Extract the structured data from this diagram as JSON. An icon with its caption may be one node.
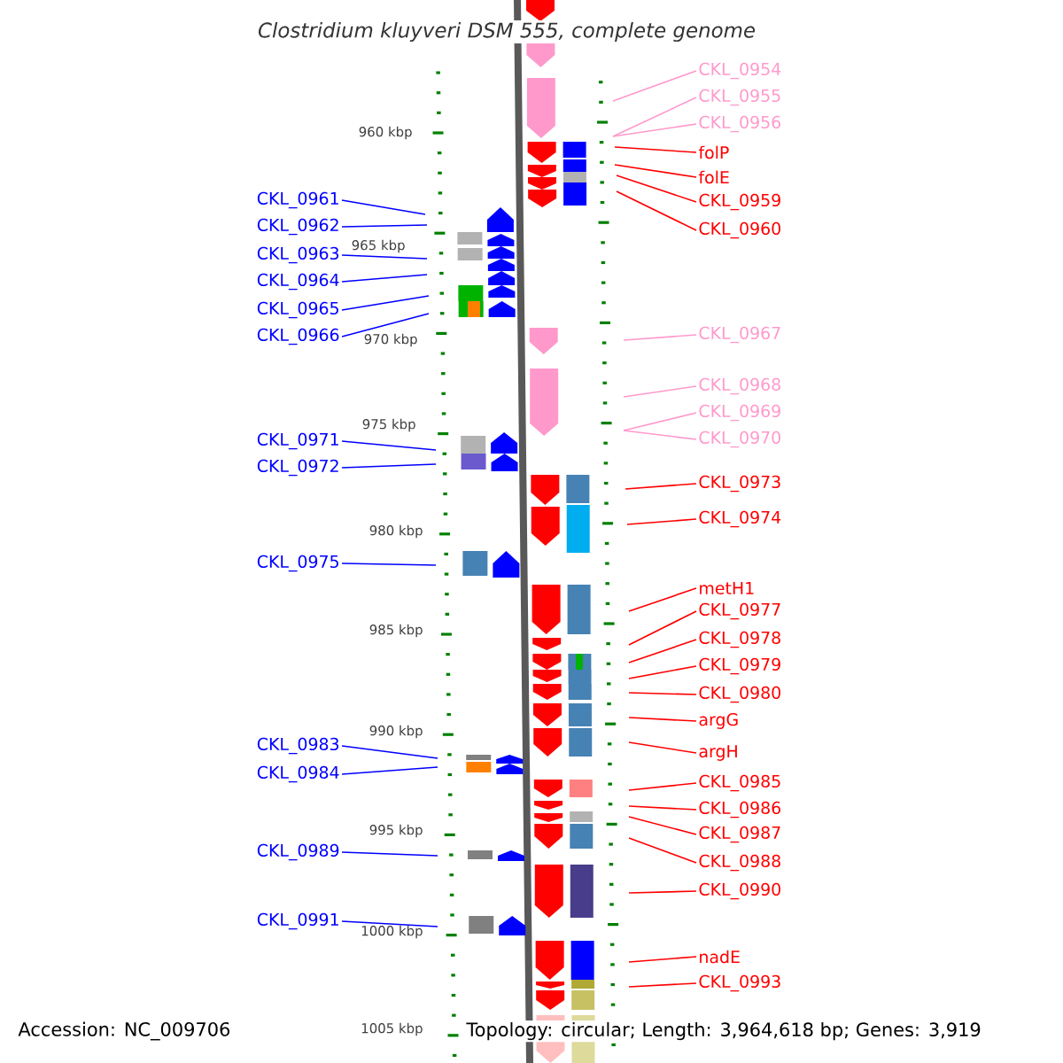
{
  "diagram": {
    "title": "*Clostridium kluyveri* DSM 555, complete genome",
    "nodes": [
      {
        "text": [
          "CKL_0954"
        ]
      },
      {
        "text": [
          "CKL_0955"
        ]
      },
      {
        "text": [
          "CKL_0956"
        ]
      },
      {
        "text": [
          "folP"
        ]
      },
      {
        "text": [
          "folE"
        ]
      },
      {
        "text": [
          "CKL_0961"
        ]
      },
      {
        "text": [
          "CKL_0959"
        ]
      },
      {
        "text": [
          "CKL_0962"
        ]
      },
      {
        "text": [
          "CKL_0960"
        ]
      },
      {
        "text": [
          "CKL_0963"
        ]
      },
      {
        "text": [
          "CKL_0964"
        ]
      },
      {
        "text": [
          "CKL_0965"
        ]
      },
      {
        "text": [
          "CKL_0967"
        ]
      },
      {
        "text": [
          "CKL_0966"
        ]
      },
      {
        "text": [
          "CKL_0968"
        ]
      },
      {
        "text": [
          "CKL_0969"
        ]
      },
      {
        "text": [
          "CKL_0970"
        ]
      },
      {
        "text": [
          "CKL_0971"
        ]
      },
      {
        "text": [
          "CKL_0972"
        ]
      },
      {
        "text": [
          "CKL_0973"
        ]
      },
      {
        "text": [
          "CKL_0974"
        ]
      },
      {
        "text": [
          "CKL_0975"
        ]
      },
      {
        "text": [
          "metH1"
        ]
      },
      {
        "text": [
          "CKL_0977"
        ]
      },
      {
        "text": [
          "CKL_0978"
        ]
      },
      {
        "text": [
          "CKL_0979"
        ]
      },
      {
        "text": [
          "CKL_0980"
        ]
      },
      {
        "text": [
          "argG"
        ]
      },
      {
        "text": [
          "CKL_0983"
        ]
      },
      {
        "text": [
          "argH"
        ]
      },
      {
        "text": [
          "CKL_0984"
        ]
      },
      {
        "text": [
          "CKL_0985"
        ]
      },
      {
        "text": [
          "CKL_0986"
        ]
      },
      {
        "text": [
          "CKL_0987"
        ]
      },
      {
        "text": [
          "CKL_0989"
        ]
      },
      {
        "text": [
          "CKL_0988"
        ]
      },
      {
        "text": [
          "CKL_0990"
        ]
      },
      {
        "text": [
          "CKL_0991"
        ]
      },
      {
        "text": [
          "nadE"
        ]
      },
      {
        "text": [
          "CKL_0993"
        ]
      }
    ],
    "edges": [
      {
        "from": 0,
        "to": null,
        "arrow": "none",
        "color": "#ff99cc"
      },
      {
        "from": 1,
        "to": null,
        "arrow": "none",
        "color": "#ff99cc"
      },
      {
        "from": 2,
        "to": null,
        "arrow": "none",
        "color": "#ff99cc"
      },
      {
        "from": 3,
        "to": null,
        "arrow": "none"
      },
      {
        "from": 4,
        "to": null,
        "arrow": "none"
      },
      {
        "from": 5,
        "to": null,
        "arrow": "none",
        "color": "#0000ff"
      },
      {
        "from": 6,
        "to": null,
        "arrow": "none"
      },
      {
        "from": 7,
        "to": null,
        "arrow": "none",
        "color": "#0000ff"
      },
      {
        "from": 8,
        "to": null,
        "arrow": "none"
      },
      {
        "from": 9,
        "to": null,
        "arrow": "none",
        "color": "#0000ff"
      },
      {
        "from": 10,
        "to": null,
        "arrow": "none",
        "color": "#0000ff"
      },
      {
        "from": 11,
        "to": null,
        "arrow": "none",
        "color": "#0000ff"
      },
      {
        "from": 12,
        "to": null,
        "arrow": "none",
        "color": "#ff99cc"
      },
      {
        "from": 13,
        "to": null,
        "arrow": "none",
        "color": "#0000ff"
      },
      {
        "from": 14,
        "to": null,
        "arrow": "none",
        "color": "#ff99cc"
      },
      {
        "from": 15,
        "to": null,
        "arrow": "none",
        "color": "#ff99cc"
      },
      {
        "from": 16,
        "to": null,
        "arrow": "none",
        "color": "#ff99cc"
      },
      {
        "from": 17,
        "to": null,
        "arrow": "none",
        "color": "#0000ff"
      },
      {
        "from": 18,
        "to": null,
        "arrow": "none",
        "color": "#0000ff"
      },
      {
        "from": 19,
        "to": null,
        "arrow": "none"
      },
      {
        "from": 20,
        "to": null,
        "arrow": "none"
      },
      {
        "from": 21,
        "to": null,
        "arrow": "none",
        "color": "#0000ff"
      },
      {
        "from": 22,
        "to": null,
        "arrow": "none"
      },
      {
        "from": 23,
        "to": null,
        "arrow": "none"
      },
      {
        "from": 24,
        "to": null,
        "arrow": "none"
      },
      {
        "from": 25,
        "to": null,
        "arrow": "none"
      },
      {
        "from": 26,
        "to": null,
        "arrow": "none"
      },
      {
        "from": 27,
        "to": null,
        "arrow": "none"
      },
      {
        "from": 28,
        "to": null,
        "arrow": "none",
        "color": "#0000ff"
      },
      {
        "from": 29,
        "to": null,
        "arrow": "none"
      },
      {
        "from": 30,
        "to": null,
        "arrow": "none",
        "color": "#0000ff"
      },
      {
        "from": 31,
        "to": null,
        "arrow": "none"
      },
      {
        "from": 32,
        "to": null,
        "arrow": "none"
      },
      {
        "from": 33,
        "to": null,
        "arrow": "none"
      },
      {
        "from": 34,
        "to": null,
        "arrow": "none",
        "color": "#0000ff"
      },
      {
        "from": 35,
        "to": null,
        "arrow": "none"
      },
      {
        "from": 36,
        "to": null,
        "arrow": "none"
      },
      {
        "from": 37,
        "to": null,
        "arrow": "none",
        "color": "#0000ff"
      },
      {
        "from": 38,
        "to": null,
        "arrow": "none"
      },
      {
        "from": 39,
        "to": null,
        "arrow": "none"
      }
    ],
    "labels": [
      "960 kbp",
      "965 kbp",
      "970 kbp",
      "975 kbp",
      "980 kbp",
      "985 kbp",
      "990 kbp",
      "995 kbp",
      "1000 kbp",
      "1005 kbp",
      "Accession: NC_009706",
      "Topology: circular; Length: 3,964,618 bp; Genes: 3,919"
    ]
  }
}
